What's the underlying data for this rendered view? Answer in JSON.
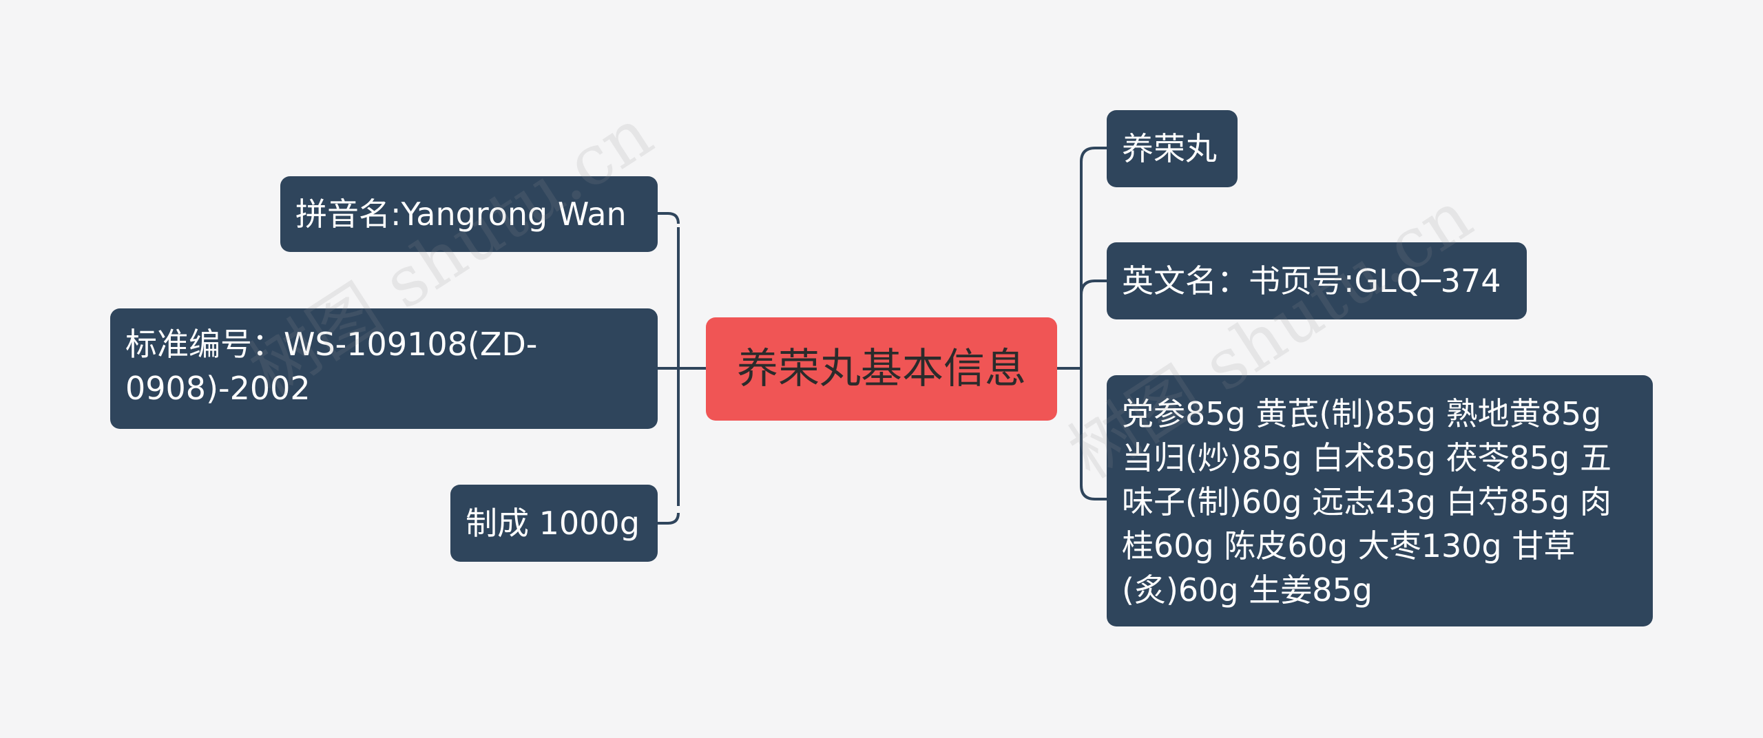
{
  "root": {
    "label": "养荣丸基本信息"
  },
  "left_branches": [
    {
      "label": "拼音名:Yangrong Wan"
    },
    {
      "label": "标准编号：WS-109108(ZD-0908)-2002"
    },
    {
      "label": "制成 1000g"
    }
  ],
  "right_branches": [
    {
      "label": "养荣丸"
    },
    {
      "label": "英文名：书页号:GLQ─374"
    },
    {
      "label": "党参85g 黄芪(制)85g 熟地黄85g 当归(炒)85g 白术85g 茯苓85g 五味子(制)60g 远志43g 白芍85g 肉桂60g 陈皮60g 大枣130g 甘草(炙)60g 生姜85g"
    }
  ],
  "watermark": {
    "text_left": "树图 shutu.cn",
    "text_right": "树图 shutu.cn"
  },
  "colors": {
    "background": "#f5f5f6",
    "node": "#2f455c",
    "root": "#f05555",
    "connector": "#2f455c"
  }
}
